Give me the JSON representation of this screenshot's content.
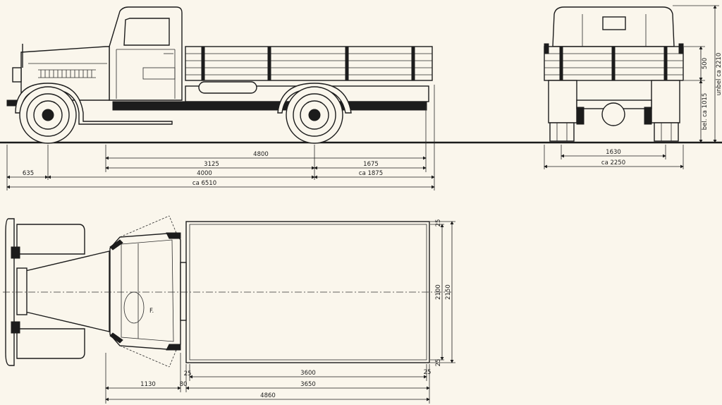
{
  "side_view": {
    "length_dims": [
      "4800",
      "3125",
      "1675",
      "635",
      "4000",
      "ca 1875",
      "ca 6510"
    ]
  },
  "front_view": {
    "track": "1630",
    "overall_width": "ca 2250",
    "side_height": "500",
    "platform_height": "bel. ca 1015",
    "overall_height": "unbel ca 2210"
  },
  "top_view": {
    "seat_label": "F.",
    "bed_dims": [
      "25",
      "3600",
      "25",
      "1130",
      "80",
      "3650",
      "4860"
    ],
    "width_dims": [
      "25",
      "2100",
      "2150",
      "25"
    ]
  },
  "colors": {
    "paper": "#faf6ec",
    "ink": "#1c1c1c"
  }
}
